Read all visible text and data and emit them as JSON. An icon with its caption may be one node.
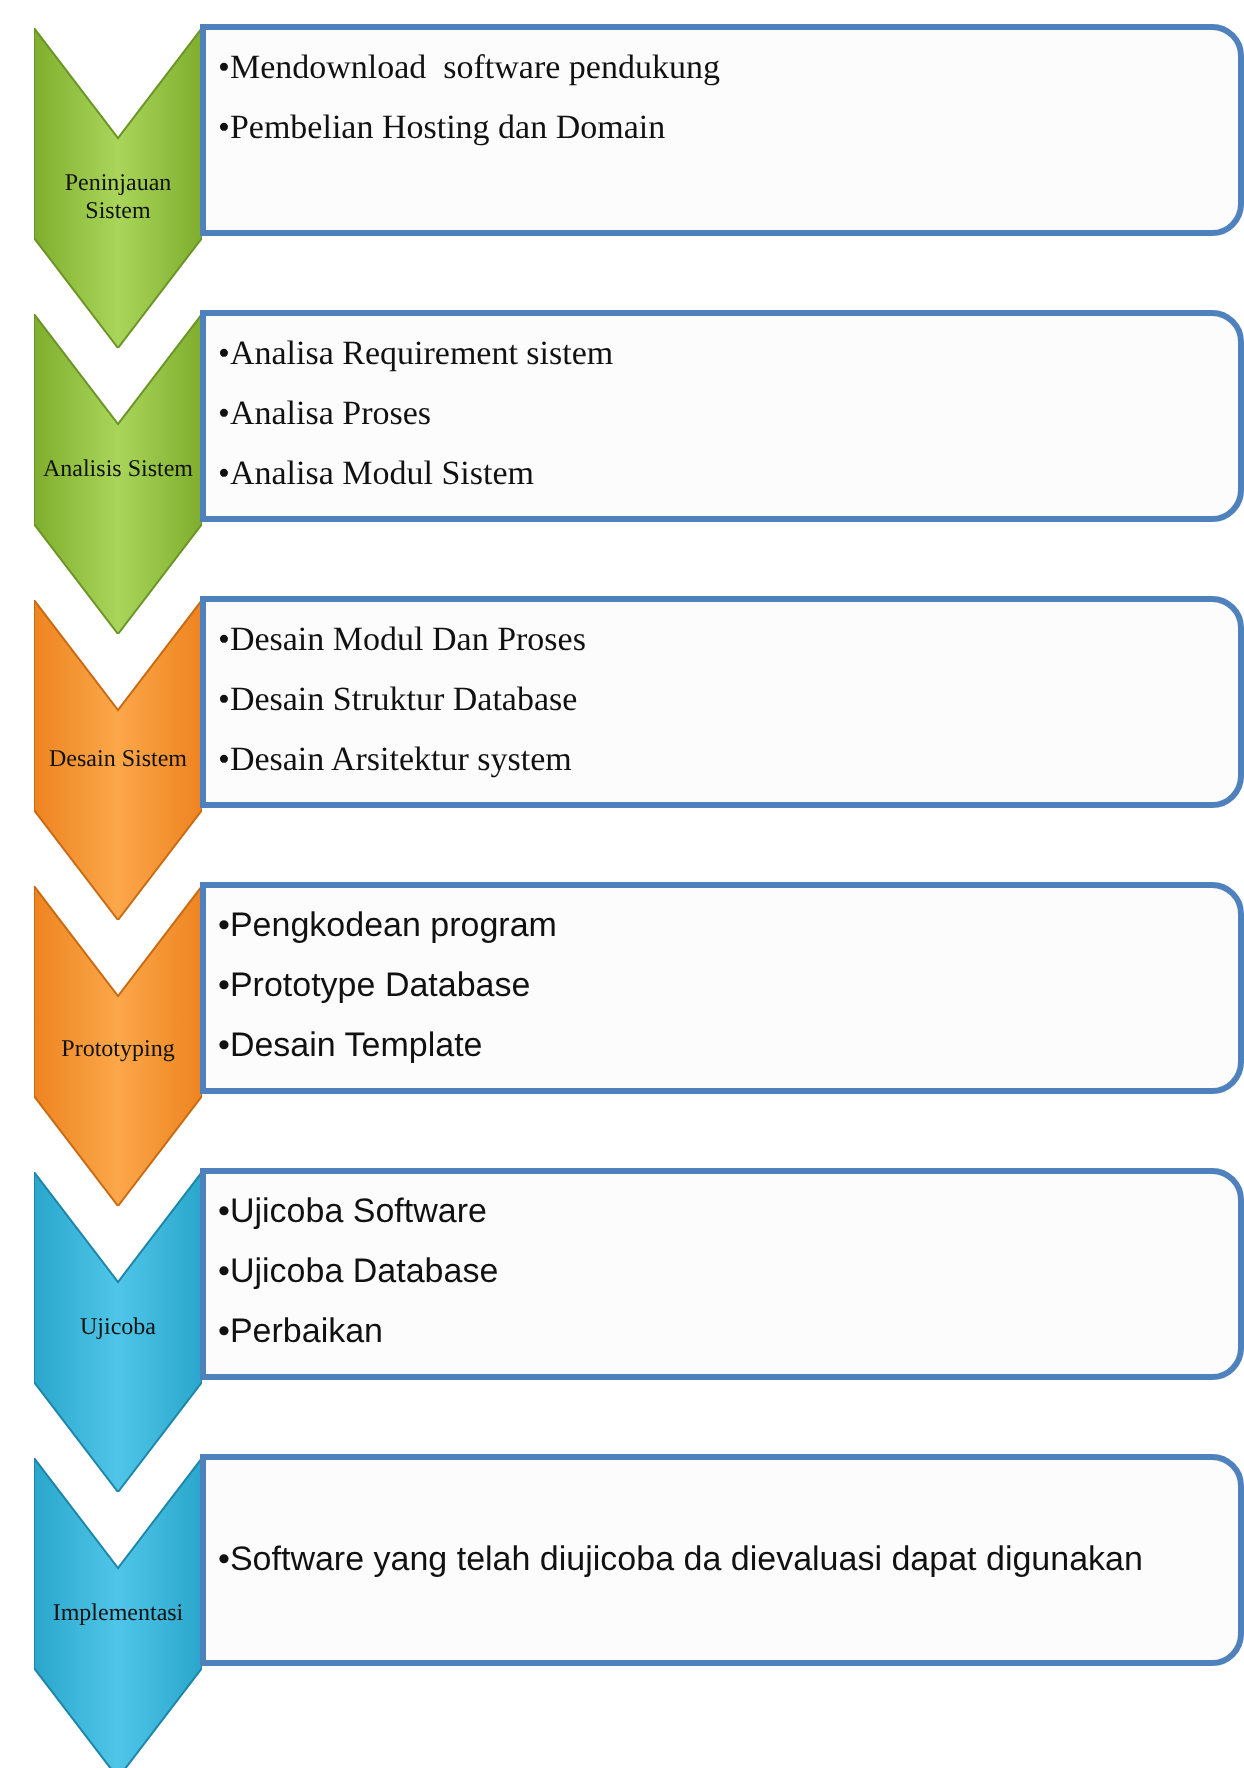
{
  "diagram": {
    "nodes": [
      {
        "text": [
          "Peninjauan Sistem"
        ]
      },
      {
        "text": [
          "•Mendownload  software pendukung",
          "•Pembelian Hosting dan Domain"
        ]
      },
      {
        "text": [
          "Analisis Sistem"
        ]
      },
      {
        "text": [
          "•Analisa Requirement sistem",
          "•Analisa Proses",
          "•Analisa Modul Sistem"
        ]
      },
      {
        "text": [
          "Desain Sistem"
        ]
      },
      {
        "text": [
          "•Desain Modul Dan Proses",
          "•Desain Struktur Database",
          "•Desain Arsitektur system"
        ]
      },
      {
        "text": [
          "Prototyping"
        ]
      },
      {
        "text": [
          "•Pengkodean program",
          "•Prototype Database",
          "•Desain Template"
        ]
      },
      {
        "text": [
          "Ujicoba"
        ]
      },
      {
        "text": [
          "•Ujicoba Software",
          "•Ujicoba Database",
          "•Perbaikan"
        ]
      },
      {
        "text": [
          "Implementasi"
        ]
      },
      {
        "text": [
          "•Software yang telah diujicoba da dievaluasi dapat digunakan"
        ]
      }
    ]
  }
}
